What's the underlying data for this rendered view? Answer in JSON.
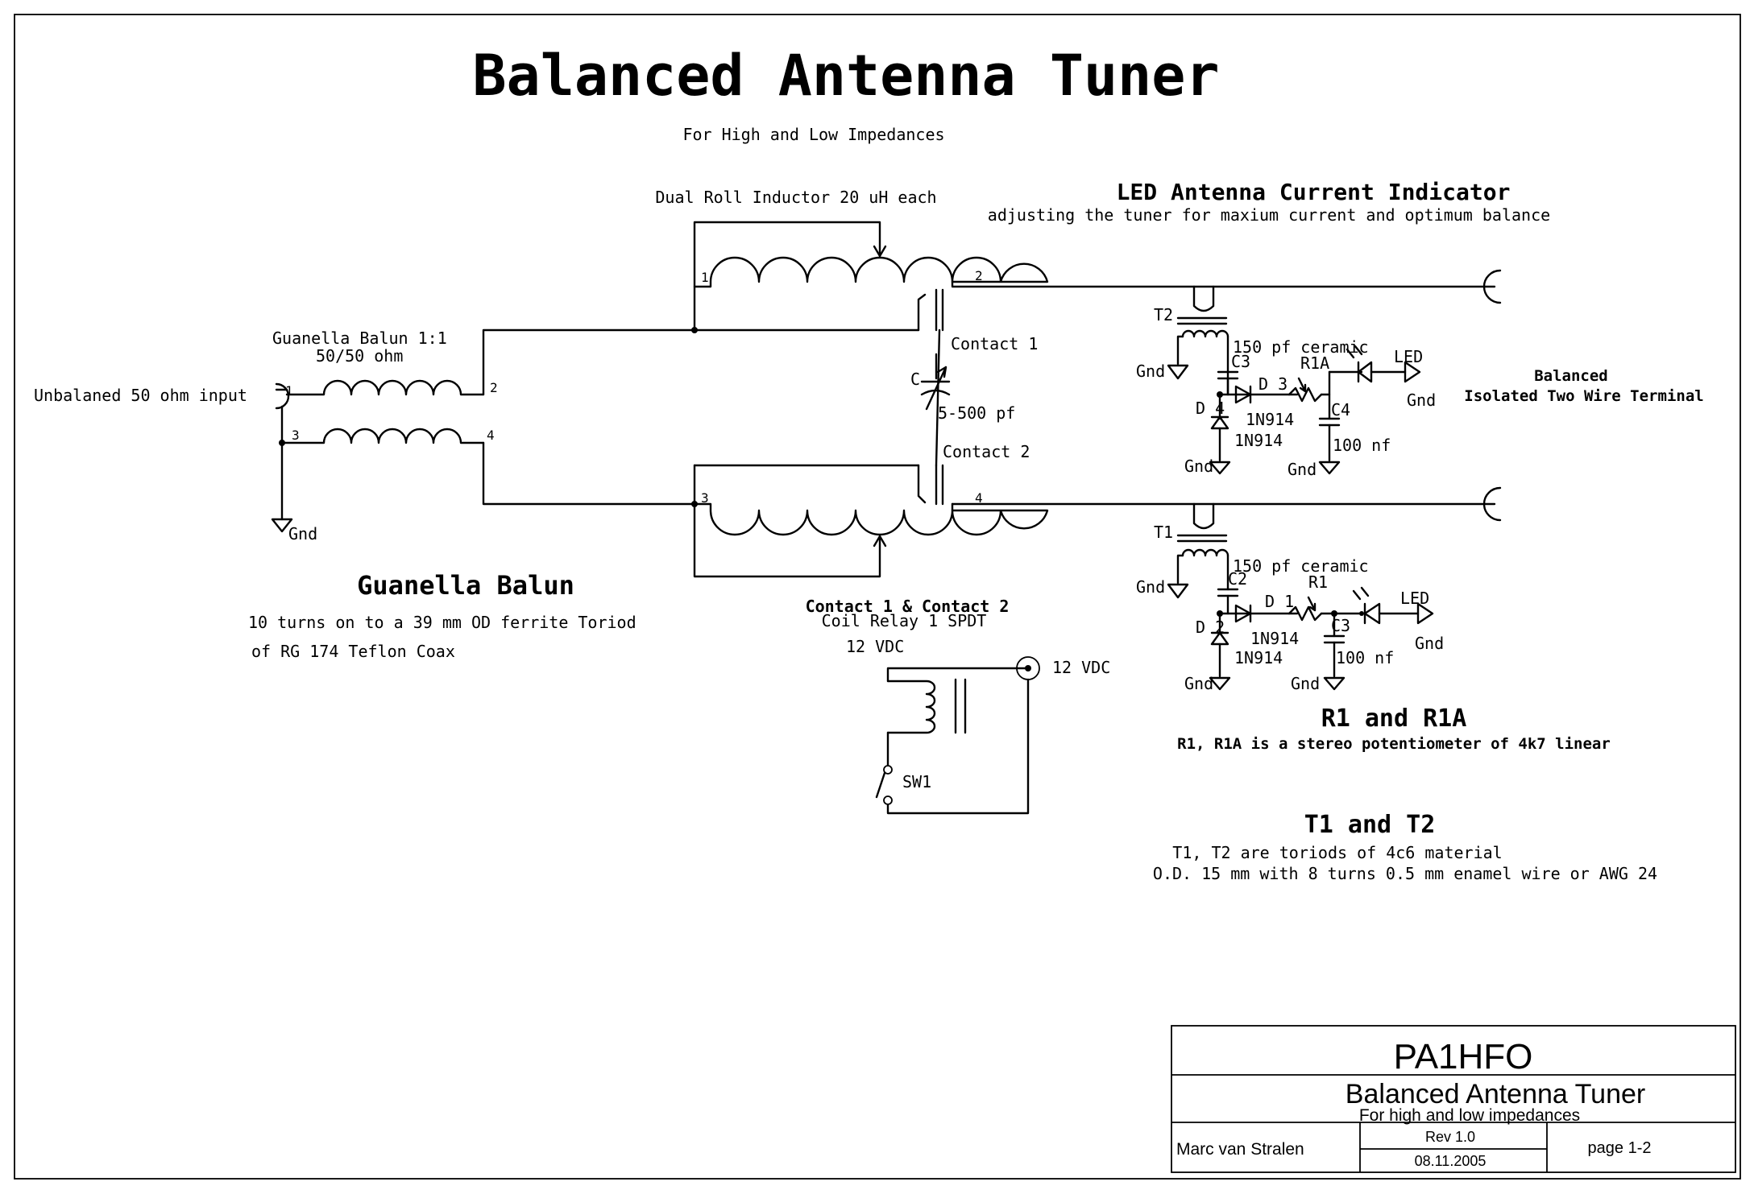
{
  "title": "Balanced Antenna Tuner",
  "subtitle": "For High and Low Impedances",
  "inductor_label": "Dual Roll Inductor 20 uH each",
  "led_section": {
    "title": "LED Antenna Current Indicator",
    "subtitle": "adjusting the tuner for maxium current and optimum balance"
  },
  "input_label": "Unbalaned 50 ohm input",
  "balun": {
    "label_1": "Guanella Balun 1:1",
    "label_2": "50/50 ohm",
    "title": "Guanella Balun",
    "desc_1": "10  turns  on to a 39 mm OD ferrite Toriod",
    "desc_2": "of RG 174 Teflon Coax"
  },
  "gnd": "Gnd",
  "pins": {
    "p1": "1",
    "p2": "2",
    "p3": "3",
    "p4": "4"
  },
  "capacitor": {
    "name": "C",
    "value": "5-500 pf"
  },
  "contact1": "Contact  1",
  "contact2": "Contact 2",
  "relay": {
    "title": "Contact 1 & Contact 2",
    "subtitle": "Coil Relay 1 SPDT",
    "vdc_left": "12 VDC",
    "vdc_right": "12 VDC",
    "switch": "SW1"
  },
  "terminal": {
    "line1": "Balanced",
    "line2": "Isolated Two Wire Terminal"
  },
  "upper_indicator": {
    "transformer": "T2",
    "cap_label": "150 pf ceramic",
    "cap": "C3",
    "pot": "R1A",
    "diode_a": "D 3",
    "diode_b": "D 4",
    "diode_a_type": "1N914",
    "diode_b_type": "1N914",
    "cap2": "C4",
    "cap2_value": "100 nf",
    "led": "LED"
  },
  "lower_indicator": {
    "transformer": "T1",
    "cap_label": "150 pf ceramic",
    "cap": "C2",
    "pot": "R1",
    "diode_a": "D 1",
    "diode_b": "D 2",
    "diode_a_type": "1N914",
    "diode_b_type": "1N914",
    "cap2": "C3",
    "cap2_value": "100 nf",
    "led": "LED"
  },
  "notes": {
    "r_title": "R1  and  R1A",
    "r_desc": "R1, R1A is a stereo potentiometer of 4k7 linear",
    "t_title": "T1 and T2",
    "t_desc_1": "T1, T2 are toriods of  4c6 material",
    "t_desc_2": "O.D. 15 mm with 8 turns 0.5 mm enamel wire or AWG 24"
  },
  "title_block": {
    "callsign": "PA1HFO",
    "drawing_title": "Balanced Antenna Tuner",
    "drawing_subtitle": "For high and low impedances",
    "author": "Marc van Stralen",
    "rev": "Rev 1.0",
    "date": "08.11.2005",
    "page": "page 1-2"
  }
}
